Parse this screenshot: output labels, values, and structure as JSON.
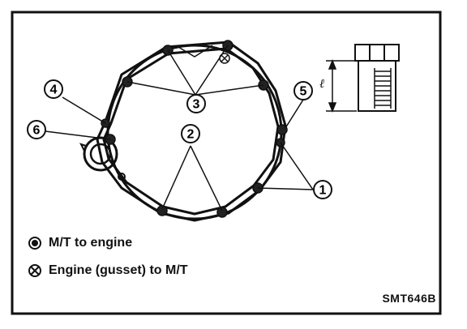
{
  "callouts": {
    "c1": "1",
    "c2": "2",
    "c3": "3",
    "c4": "4",
    "c5": "5",
    "c6": "6"
  },
  "bolt_dimension_label": "ℓ",
  "legend": [
    {
      "icon": "solid-bolt-icon",
      "label": "M/T to engine"
    },
    {
      "icon": "cross-bolt-icon",
      "label": "Engine (gusset) to M/T"
    }
  ],
  "figure_code": "SMT646B"
}
